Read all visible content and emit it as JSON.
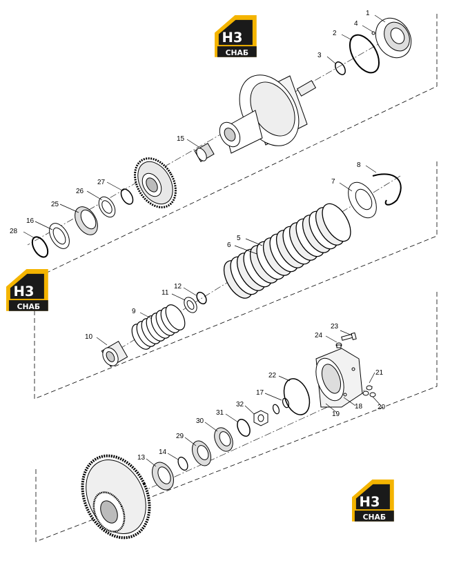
{
  "logo": {
    "mark": "H3",
    "text": "СНАБ",
    "brand_color": "#f4b400",
    "dark_color": "#1a1a1a"
  },
  "callouts": [
    {
      "id": "c1",
      "text": "1"
    },
    {
      "id": "c2",
      "text": "2"
    },
    {
      "id": "c3",
      "text": "3"
    },
    {
      "id": "c4",
      "text": "4"
    },
    {
      "id": "c5",
      "text": "5"
    },
    {
      "id": "c6",
      "text": "6"
    },
    {
      "id": "c7",
      "text": "7"
    },
    {
      "id": "c8",
      "text": "8"
    },
    {
      "id": "c9",
      "text": "9"
    },
    {
      "id": "c10",
      "text": "10"
    },
    {
      "id": "c11",
      "text": "11"
    },
    {
      "id": "c12",
      "text": "12"
    },
    {
      "id": "c13",
      "text": "13"
    },
    {
      "id": "c14",
      "text": "14"
    },
    {
      "id": "c15",
      "text": "15"
    },
    {
      "id": "c16",
      "text": "16"
    },
    {
      "id": "c17",
      "text": "17"
    },
    {
      "id": "c18",
      "text": "18"
    },
    {
      "id": "c19",
      "text": "19"
    },
    {
      "id": "c20",
      "text": "20"
    },
    {
      "id": "c21",
      "text": "21"
    },
    {
      "id": "c22",
      "text": "22"
    },
    {
      "id": "c23",
      "text": "23"
    },
    {
      "id": "c24",
      "text": "24"
    },
    {
      "id": "c25",
      "text": "25"
    },
    {
      "id": "c26",
      "text": "26"
    },
    {
      "id": "c27",
      "text": "27"
    },
    {
      "id": "c28",
      "text": "28"
    },
    {
      "id": "c29",
      "text": "29"
    },
    {
      "id": "c30",
      "text": "30"
    },
    {
      "id": "c31",
      "text": "31"
    },
    {
      "id": "c32",
      "text": "32"
    }
  ]
}
